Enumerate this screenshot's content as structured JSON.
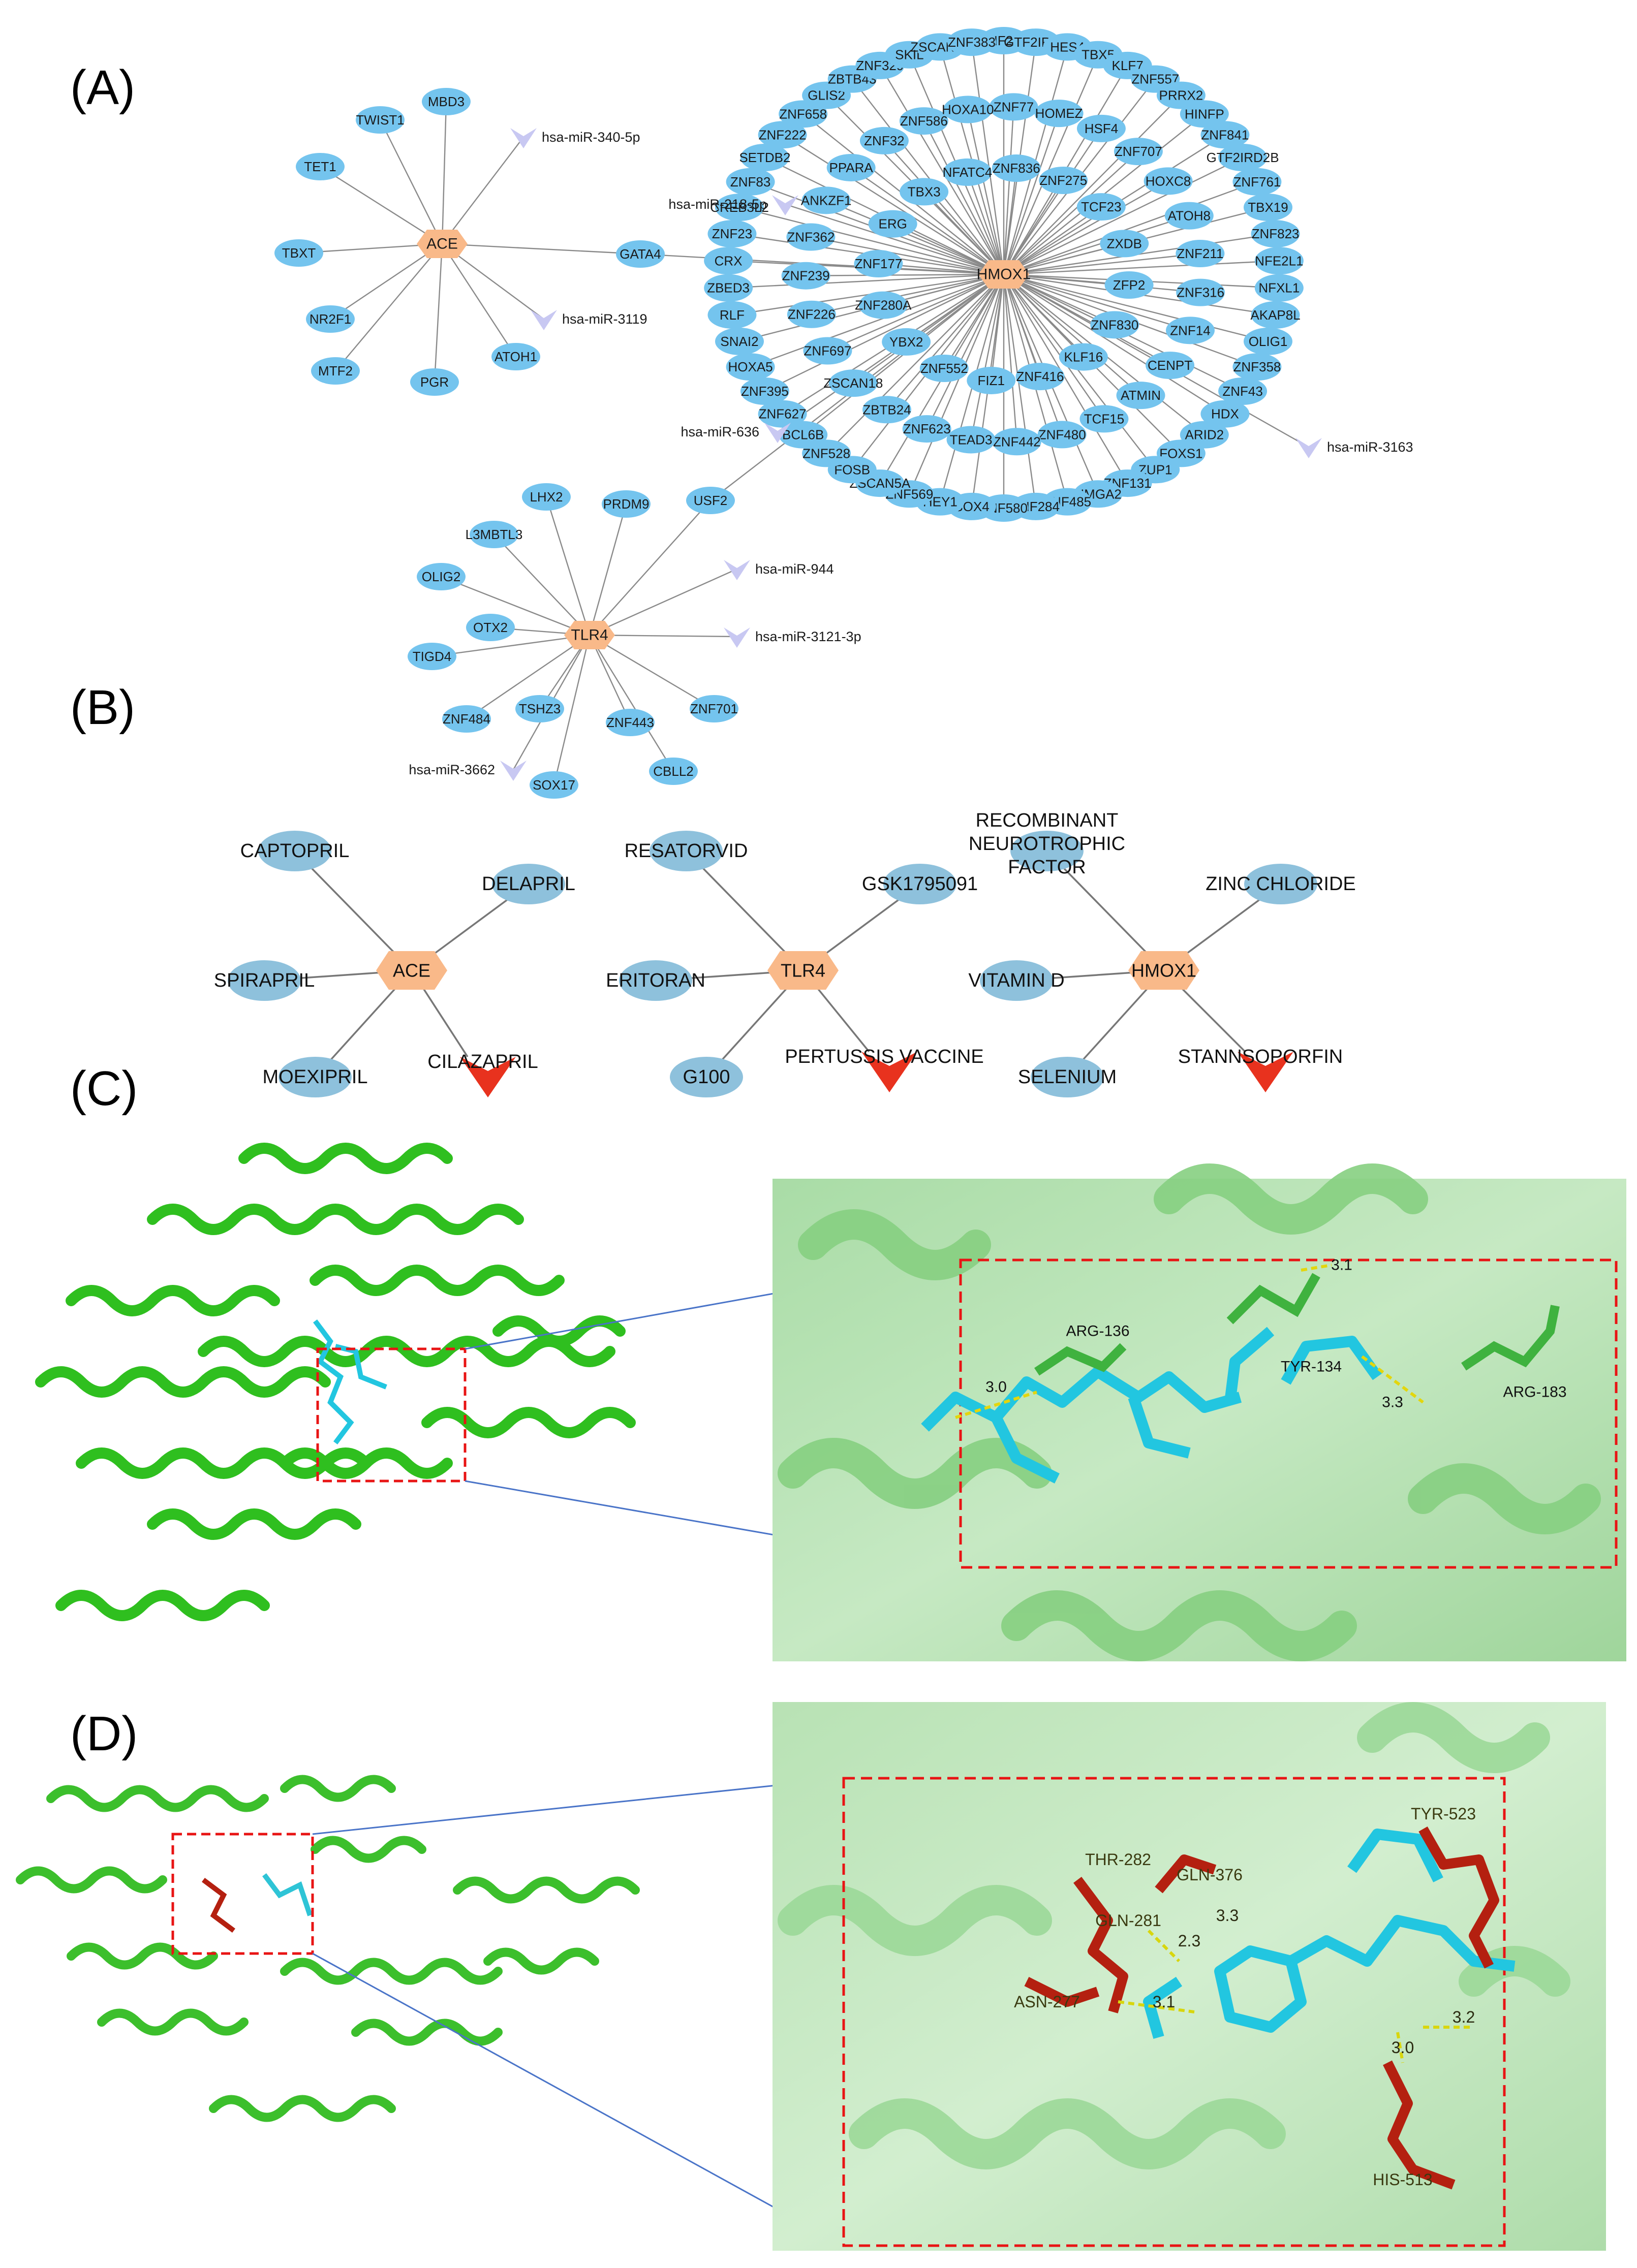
{
  "panels": {
    "a": "(A)",
    "b": "(B)",
    "c": "(C)",
    "d": "(D)"
  },
  "colors": {
    "gene_node": "#74c4ee",
    "hub_node": "#f9b989",
    "mirna_node": "#c8c8f2",
    "drug_node": "#8ec1dc",
    "drug_hub": "#f9b989",
    "drug_red": "#e8321e",
    "protein": "#33c633",
    "ligand": "#2ec4d6",
    "residue_c": "#3fb23f",
    "residue_d": "#b42010",
    "box": "#e81414",
    "connector": "#4a74c8"
  },
  "network_a": {
    "hub_ace": "ACE",
    "hub_hmox1": "HMOX1",
    "ace_genes": [
      "TWIST1",
      "MBD3",
      "TET1",
      "TBXT",
      "NR2F1",
      "MTF2",
      "PGR",
      "ATOH1",
      "GATA4"
    ],
    "ace_mirnas": [
      "hsa-miR-340-5p",
      "hsa-miR-3119"
    ],
    "hmox1_genes": [
      "ZNF836",
      "ZNF275",
      "TCF23",
      "ZXDB",
      "ZFP2",
      "ZNF830",
      "KLF16",
      "ZNF416",
      "FIZ1",
      "ZNF552",
      "YBX2",
      "ZNF280A",
      "ZNF177",
      "ERG",
      "TBX3",
      "NFATC4",
      "ZNF77",
      "HOMEZ",
      "HSF4",
      "ZNF707",
      "HOXC8",
      "ATOH8",
      "ZNF211",
      "ZNF316",
      "ZNF14",
      "CENPT",
      "ATMIN",
      "TCF15",
      "ZNF480",
      "ZNF442",
      "TEAD3",
      "ZNF623",
      "ZBTB24",
      "ZSCAN18",
      "ZNF697",
      "ZNF226",
      "ZNF239",
      "ZNF362",
      "ANKZF1",
      "PPARA",
      "ZNF32",
      "ZNF586",
      "HOXA10",
      "ZNF235",
      "GTF2IRD2",
      "HES4",
      "TBX5",
      "KLF7",
      "ZNF557",
      "PRRX2",
      "HINFP",
      "ZNF841",
      "GTF2IRD2B",
      "ZNF761",
      "TBX19",
      "ZNF823",
      "NFE2L1",
      "NFXL1",
      "AKAP8L",
      "OLIG1",
      "ZNF358",
      "ZNF43",
      "HDX",
      "ARID2",
      "FOXS1",
      "ZUP1",
      "ZNF131",
      "HMGA2",
      "ZNF485",
      "ZNF284",
      "ZNF580",
      "SOX4",
      "HEY1",
      "ZNF569",
      "ZSCAN5A",
      "FOSB",
      "ZNF528",
      "BCL6B",
      "ZNF627",
      "ZNF395",
      "HOXA5",
      "SNAI2",
      "RLF",
      "ZBED3",
      "CRX",
      "ZNF23",
      "CREB3L2",
      "ZNF83",
      "SETDB2",
      "ZNF222",
      "ZNF658",
      "GLIS2",
      "ZBTB43",
      "ZNF329",
      "SKIL",
      "ZSCAN16",
      "ZNF383"
    ],
    "hmox1_mirnas": [
      "hsa-miR-218-5p",
      "hsa-miR-636",
      "hsa-miR-3163"
    ],
    "hub_tlr4": "TLR4",
    "tlr4_genes": [
      "LHX2",
      "PRDM9",
      "L3MBTL3",
      "USF2",
      "OLIG2",
      "OTX2",
      "TIGD4",
      "TSHZ3",
      "ZNF443",
      "ZNF701",
      "ZNF484",
      "SOX17",
      "CBLL2"
    ],
    "tlr4_mirnas": [
      "hsa-miR-944",
      "hsa-miR-3121-3p",
      "hsa-miR-3662"
    ]
  },
  "network_b": [
    {
      "hub": "ACE",
      "drugs": [
        "CAPTOPRIL",
        "DELAPRIL",
        "SPIRAPRIL",
        "MOEXIPRIL"
      ],
      "highlight": "CILAZAPRIL"
    },
    {
      "hub": "TLR4",
      "drugs": [
        "RESATORVID",
        "GSK1795091",
        "ERITORAN",
        "G100"
      ],
      "highlight": "PERTUSSIS VACCINE"
    },
    {
      "hub": "HMOX1",
      "drugs": [
        "RECOMBINANT NEUROTROPHIC FACTOR",
        "ZINC CHLORIDE",
        "VITAMIN D",
        "SELENIUM"
      ],
      "highlight": "STANNSOPORFIN"
    }
  ],
  "dock_c": {
    "residues": [
      "ARG-136",
      "TYR-134",
      "ARG-183"
    ],
    "distances": [
      "3.0",
      "3.1",
      "3.3"
    ]
  },
  "dock_d": {
    "residues": [
      "THR-282",
      "GLN-376",
      "GLN-281",
      "ASN-277",
      "TYR-523",
      "HIS-513"
    ],
    "distances": [
      "2.3",
      "3.1",
      "3.2",
      "3.0",
      "3.3"
    ]
  }
}
